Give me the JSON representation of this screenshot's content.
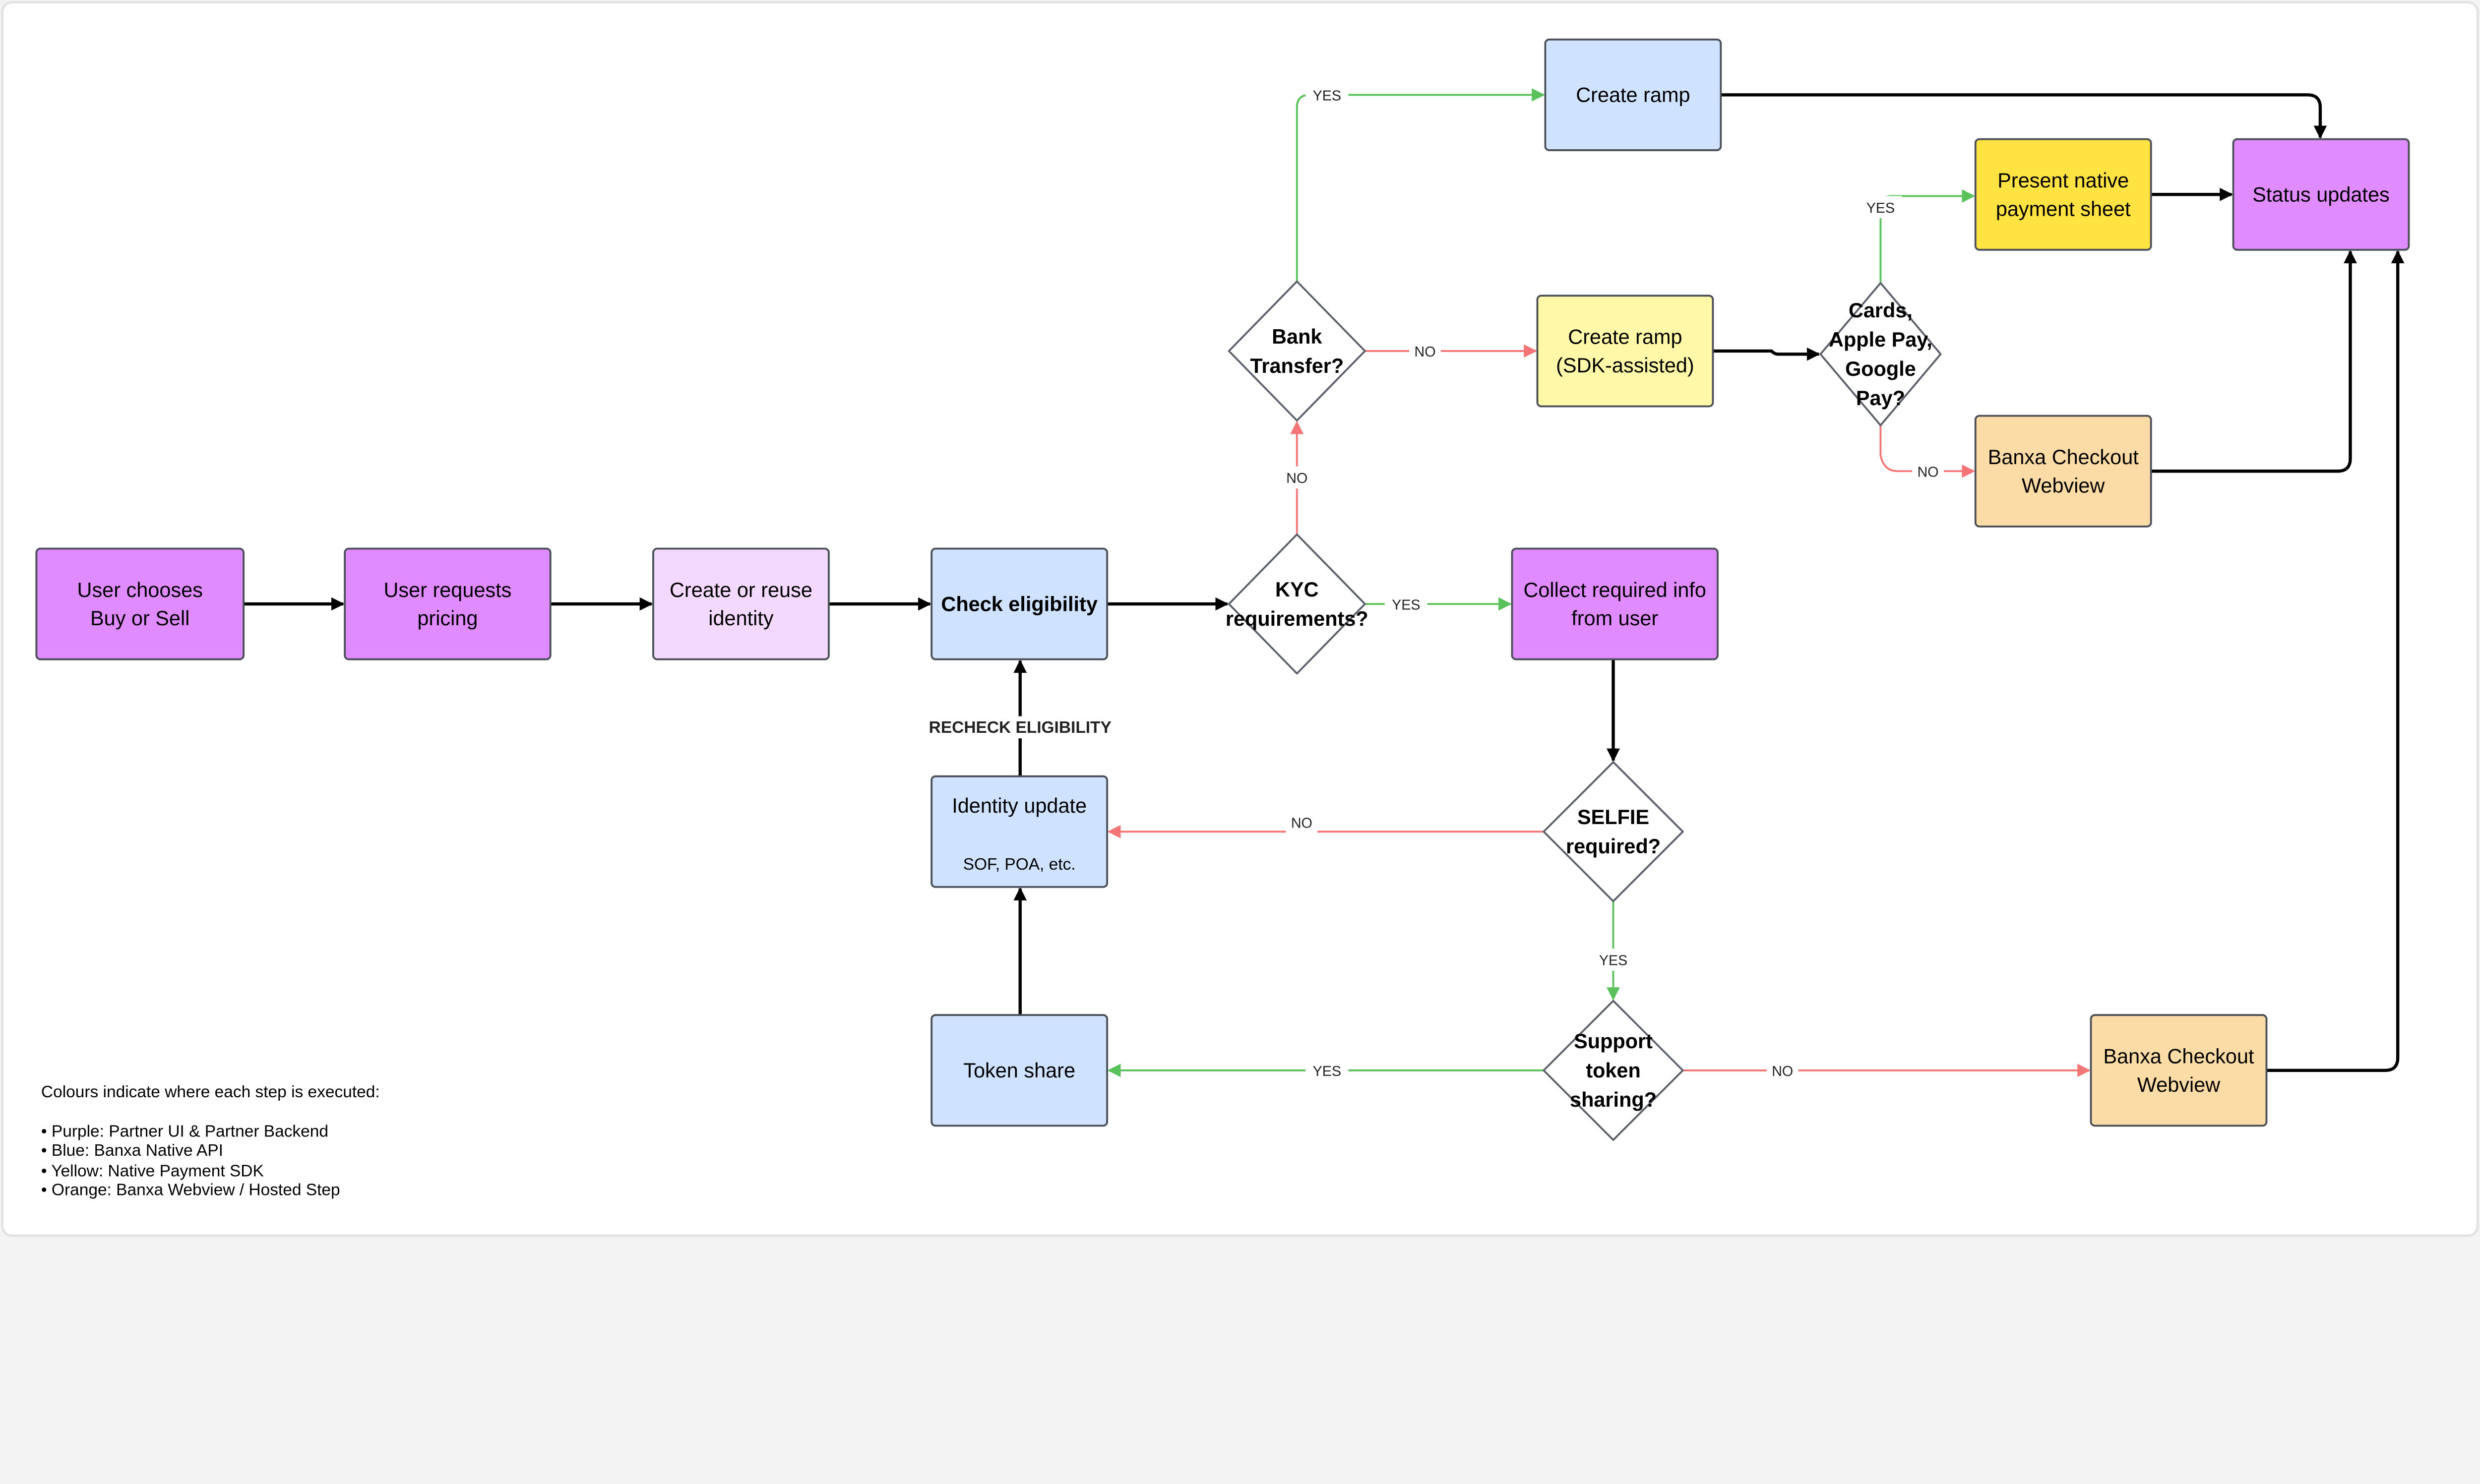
{
  "colors": {
    "purple": "#E08BFF",
    "light_purple": "#F2D9FD",
    "blue": "#CFE2FF",
    "light_yellow": "#FFF8A8",
    "yellow": "#FFE342",
    "orange": "#FCDCA6",
    "yes_green": "#5BC25B",
    "no_red": "#F47575",
    "flow_black": "#000000"
  },
  "nodes": [
    {
      "id": "user-chooses",
      "shape": "rect",
      "fill": "purple",
      "lines": [
        "User chooses",
        "Buy or Sell"
      ]
    },
    {
      "id": "user-requests-pricing",
      "shape": "rect",
      "fill": "purple",
      "lines": [
        "User requests",
        "pricing"
      ]
    },
    {
      "id": "create-or-reuse-identity",
      "shape": "rect",
      "fill": "light_purple",
      "lines": [
        "Create or reuse",
        "identity"
      ]
    },
    {
      "id": "check-eligibility",
      "shape": "rect",
      "fill": "blue",
      "bold": true,
      "lines": [
        "Check eligibility"
      ]
    },
    {
      "id": "kyc-requirements",
      "shape": "diamond",
      "lines": [
        "KYC",
        "requirements?"
      ]
    },
    {
      "id": "collect-required-info",
      "shape": "rect",
      "fill": "purple",
      "lines": [
        "Collect required info",
        "from user"
      ]
    },
    {
      "id": "bank-transfer",
      "shape": "diamond",
      "lines": [
        "Bank",
        "Transfer?"
      ]
    },
    {
      "id": "create-ramp",
      "shape": "rect",
      "fill": "blue",
      "lines": [
        "Create ramp"
      ]
    },
    {
      "id": "create-ramp-sdk",
      "shape": "rect",
      "fill": "light_yellow",
      "lines": [
        "Create ramp",
        "(SDK-assisted)"
      ]
    },
    {
      "id": "cards-apple-google-pay",
      "shape": "diamond",
      "lines": [
        "Cards,",
        "Apple Pay,",
        "Google",
        "Pay?"
      ]
    },
    {
      "id": "present-native-payment-sheet",
      "shape": "rect",
      "fill": "yellow",
      "lines": [
        "Present native",
        "payment sheet"
      ]
    },
    {
      "id": "status-updates",
      "shape": "rect",
      "fill": "purple",
      "lines": [
        "Status updates"
      ]
    },
    {
      "id": "banxa-checkout-webview-top",
      "shape": "rect",
      "fill": "orange",
      "lines": [
        "Banxa Checkout",
        "Webview"
      ]
    },
    {
      "id": "selfie-required",
      "shape": "diamond",
      "lines": [
        "SELFIE",
        "required?"
      ]
    },
    {
      "id": "identity-update",
      "shape": "rect",
      "fill": "blue",
      "lines": [
        "Identity update"
      ],
      "sub": "SOF, POA, etc."
    },
    {
      "id": "support-token-sharing",
      "shape": "diamond",
      "lines": [
        "Support",
        "token",
        "sharing?"
      ]
    },
    {
      "id": "token-share",
      "shape": "rect",
      "fill": "blue",
      "lines": [
        "Token share"
      ]
    },
    {
      "id": "banxa-checkout-webview-bottom",
      "shape": "rect",
      "fill": "orange",
      "lines": [
        "Banxa Checkout",
        "Webview"
      ]
    }
  ],
  "edges": [
    {
      "from": "user-chooses",
      "to": "user-requests-pricing",
      "kind": "flow",
      "label": ""
    },
    {
      "from": "user-requests-pricing",
      "to": "create-or-reuse-identity",
      "kind": "flow",
      "label": ""
    },
    {
      "from": "create-or-reuse-identity",
      "to": "check-eligibility",
      "kind": "flow",
      "label": ""
    },
    {
      "from": "check-eligibility",
      "to": "kyc-requirements",
      "kind": "flow",
      "label": ""
    },
    {
      "from": "kyc-requirements",
      "to": "collect-required-info",
      "kind": "yes",
      "label": "YES"
    },
    {
      "from": "kyc-requirements",
      "to": "bank-transfer",
      "kind": "no",
      "label": "NO"
    },
    {
      "from": "bank-transfer",
      "to": "create-ramp",
      "kind": "yes",
      "label": "YES"
    },
    {
      "from": "bank-transfer",
      "to": "create-ramp-sdk",
      "kind": "no",
      "label": "NO"
    },
    {
      "from": "create-ramp",
      "to": "status-updates",
      "kind": "flow",
      "label": ""
    },
    {
      "from": "create-ramp-sdk",
      "to": "cards-apple-google-pay",
      "kind": "flow",
      "label": ""
    },
    {
      "from": "cards-apple-google-pay",
      "to": "present-native-payment-sheet",
      "kind": "yes",
      "label": "YES"
    },
    {
      "from": "cards-apple-google-pay",
      "to": "banxa-checkout-webview-top",
      "kind": "no",
      "label": "NO"
    },
    {
      "from": "present-native-payment-sheet",
      "to": "status-updates",
      "kind": "flow",
      "label": ""
    },
    {
      "from": "banxa-checkout-webview-top",
      "to": "status-updates",
      "kind": "flow",
      "label": ""
    },
    {
      "from": "collect-required-info",
      "to": "selfie-required",
      "kind": "flow",
      "label": ""
    },
    {
      "from": "selfie-required",
      "to": "identity-update",
      "kind": "no",
      "label": "NO"
    },
    {
      "from": "selfie-required",
      "to": "support-token-sharing",
      "kind": "yes",
      "label": "YES"
    },
    {
      "from": "support-token-sharing",
      "to": "token-share",
      "kind": "yes",
      "label": "YES"
    },
    {
      "from": "support-token-sharing",
      "to": "banxa-checkout-webview-bottom",
      "kind": "no",
      "label": "NO"
    },
    {
      "from": "banxa-checkout-webview-bottom",
      "to": "status-updates",
      "kind": "flow",
      "label": ""
    },
    {
      "from": "token-share",
      "to": "identity-update",
      "kind": "flow",
      "label": ""
    },
    {
      "from": "identity-update",
      "to": "check-eligibility",
      "kind": "flow",
      "label": "RECHECK ELIGIBILITY"
    }
  ],
  "legend": {
    "title": "Colours indicate where each step is executed:",
    "items": [
      "• Purple: Partner UI & Partner Backend",
      "• Blue: Banxa Native API",
      "• Yellow: Native Payment SDK",
      "• Orange: Banxa Webview / Hosted Step"
    ]
  }
}
